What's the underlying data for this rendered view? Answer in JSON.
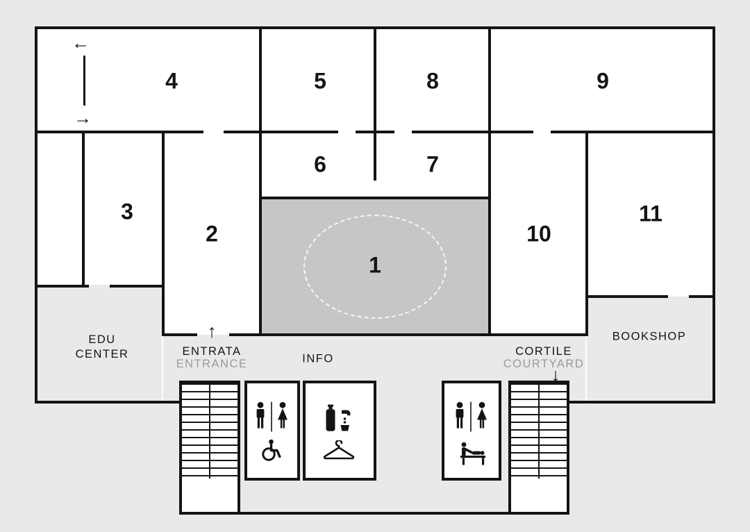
{
  "palette": {
    "background": "#e9e9e9",
    "room": "#ffffff",
    "hall": "#c6c6c6",
    "wall": "#141414",
    "text": "#141414",
    "muted": "#9a9a9a"
  },
  "rooms": {
    "n1": "1",
    "n2": "2",
    "n3": "3",
    "n4": "4",
    "n5": "5",
    "n6": "6",
    "n7": "7",
    "n8": "8",
    "n9": "9",
    "n10": "10",
    "n11": "11"
  },
  "labels": {
    "edu_line1": "EDU",
    "edu_line2": "CENTER",
    "entrance_primary": "ENTRATA",
    "entrance_secondary": "ENTRANCE",
    "info": "INFO",
    "courtyard_primary": "CORTILE",
    "courtyard_secondary": "COURTYARD",
    "bookshop": "BOOKSHOP"
  },
  "arrows": {
    "exit_left": "←",
    "enter_right": "→",
    "entrance_up": "↑",
    "courtyard_down": "↓"
  },
  "icons": {
    "wc_left": [
      "male-icon",
      "female-icon",
      "wheelchair-icon"
    ],
    "services": [
      "water-refill-icon",
      "hanger-icon"
    ],
    "wc_right": [
      "male-icon",
      "female-icon",
      "baby-changing-icon"
    ]
  }
}
